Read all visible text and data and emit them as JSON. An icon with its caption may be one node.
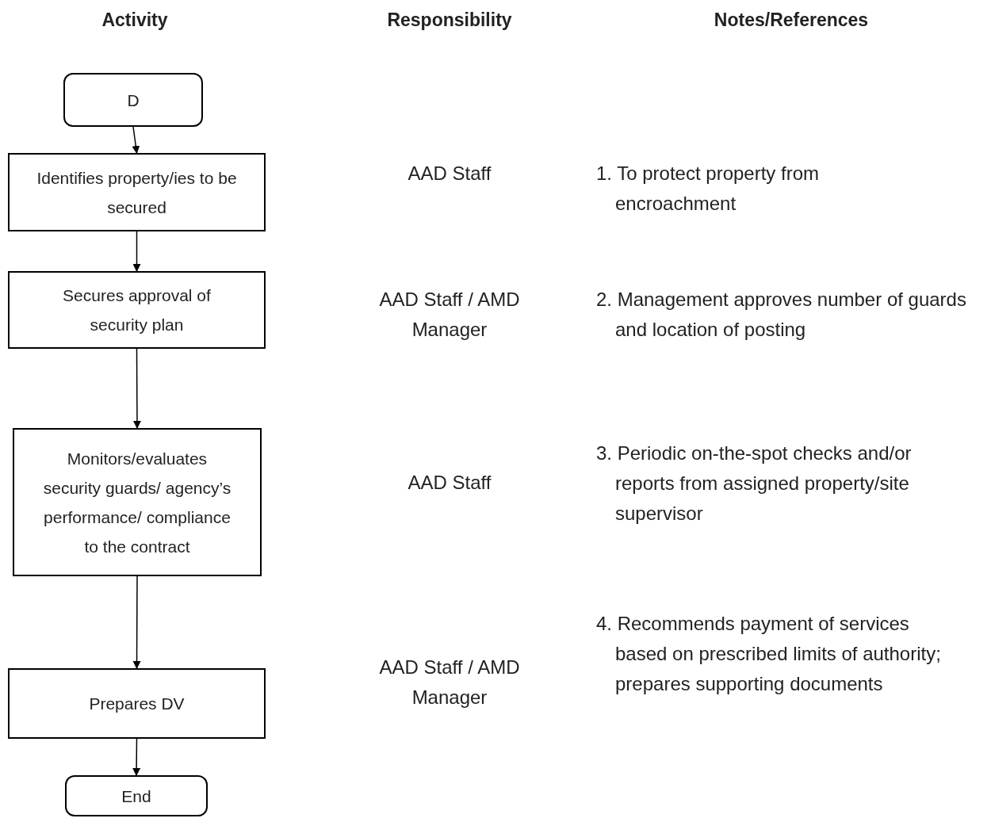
{
  "diagram": {
    "nodes": [
      {
        "text": [
          "D"
        ]
      },
      {
        "text": [
          "Identifies property/ies to be secured"
        ]
      },
      {
        "text": [
          "Secures approval of security plan"
        ]
      },
      {
        "text": [
          "Monitors/evaluates security guards/ agency’s performance/ compliance to the contract"
        ]
      },
      {
        "text": [
          "Prepares DV"
        ]
      },
      {
        "text": [
          "End"
        ]
      }
    ],
    "edges": [
      {
        "from": 0,
        "to": 1,
        "arrow": "to"
      },
      {
        "from": 1,
        "to": 2,
        "arrow": "to"
      },
      {
        "from": 2,
        "to": 3,
        "arrow": "to"
      },
      {
        "from": 3,
        "to": 4,
        "arrow": "to"
      },
      {
        "from": 4,
        "to": 5,
        "arrow": "to"
      }
    ],
    "labels": [
      "Activity",
      "Responsibility",
      "Notes/References",
      "AAD Staff",
      "1. To protect property from encroachment",
      "AAD Staff / AMD Manager",
      "2. Management approves number of guards and location of posting",
      "AAD Staff",
      "3. Periodic on-the-spot checks and/or reports from assigned property/site supervisor",
      "AAD Staff / AMD Manager",
      "4. Recommends payment of services based on prescribed limits of authority; prepares supporting documents"
    ]
  }
}
